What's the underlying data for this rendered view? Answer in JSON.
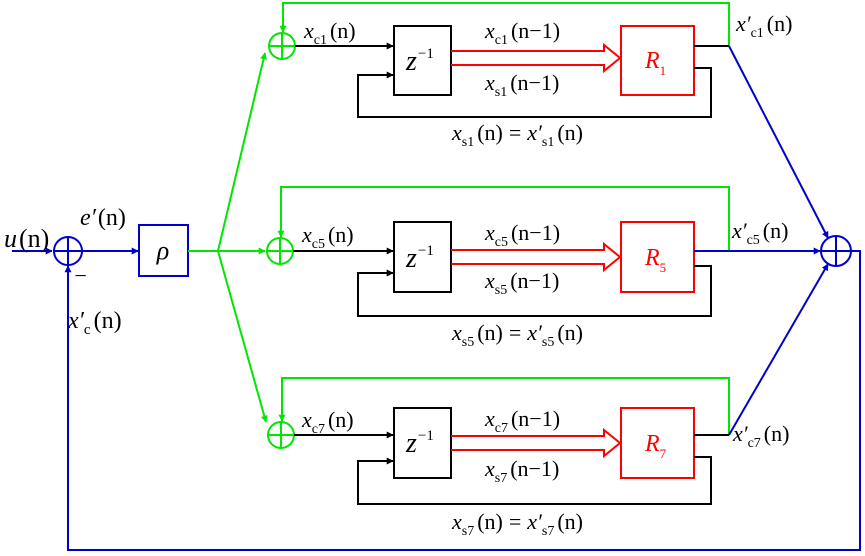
{
  "colors": {
    "green": "#00e600",
    "blue": "#0000cc",
    "red": "#ff0000",
    "black": "#000000"
  },
  "labels": {
    "input": {
      "sym": "u",
      "arg": "(n)"
    },
    "error": {
      "sym": "e′",
      "arg": "(n)"
    },
    "gain": "ρ",
    "feedback": {
      "sym": "x′",
      "sub": "c",
      "bar": "−",
      "arg": "(n)"
    },
    "delay": {
      "base": "z",
      "exp": "−1"
    }
  },
  "branches": [
    {
      "id": "1",
      "resonator": {
        "base": "R",
        "sub": "1"
      },
      "xc": {
        "sym": "x",
        "sub": "c1",
        "arg": "(n)"
      },
      "xc_delayed": {
        "sym": "x",
        "sub": "c1",
        "arg": "(n−1)"
      },
      "xs_delayed": {
        "sym": "x",
        "sub": "s1",
        "arg": "(n−1)"
      },
      "xc_out": {
        "sym": "x′",
        "sub": "c1",
        "arg": "(n)"
      },
      "eq": {
        "lhs_sym": "x",
        "lhs_sub": "s1",
        "lhs_arg": "(n)",
        "eq": "=",
        "rhs_sym": "x′",
        "rhs_sub": "s1",
        "rhs_arg": "(n)"
      }
    },
    {
      "id": "5",
      "resonator": {
        "base": "R",
        "sub": "5"
      },
      "xc": {
        "sym": "x",
        "sub": "c5",
        "arg": "(n)"
      },
      "xc_delayed": {
        "sym": "x",
        "sub": "c5",
        "arg": "(n−1)"
      },
      "xs_delayed": {
        "sym": "x",
        "sub": "s5",
        "arg": "(n−1)"
      },
      "xc_out": {
        "sym": "x′",
        "sub": "c5",
        "arg": "(n)"
      },
      "eq": {
        "lhs_sym": "x",
        "lhs_sub": "s5",
        "lhs_arg": "(n)",
        "eq": "=",
        "rhs_sym": "x′",
        "rhs_sub": "s5",
        "rhs_arg": "(n)"
      }
    },
    {
      "id": "7",
      "resonator": {
        "base": "R",
        "sub": "7"
      },
      "xc": {
        "sym": "x",
        "sub": "c7",
        "arg": "(n)"
      },
      "xc_delayed": {
        "sym": "x",
        "sub": "c7",
        "arg": "(n−1)"
      },
      "xs_delayed": {
        "sym": "x",
        "sub": "s7",
        "arg": "(n−1)"
      },
      "xc_out": {
        "sym": "x′",
        "sub": "c7",
        "arg": "(n)"
      },
      "eq": {
        "lhs_sym": "x",
        "lhs_sub": "s7",
        "lhs_arg": "(n)",
        "eq": "=",
        "rhs_sym": "x′",
        "rhs_sub": "s7",
        "rhs_arg": "(n)"
      }
    }
  ]
}
